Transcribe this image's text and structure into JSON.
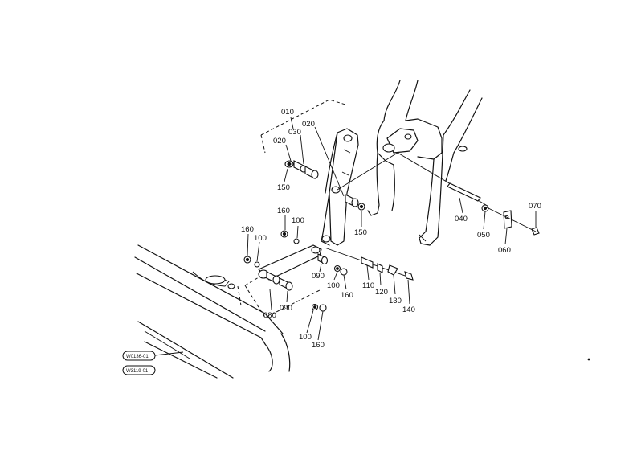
{
  "diagram": {
    "callouts": [
      {
        "id": "c010a",
        "text": "010"
      },
      {
        "id": "c020a",
        "text": "020"
      },
      {
        "id": "c030",
        "text": "030"
      },
      {
        "id": "c020b",
        "text": "020"
      },
      {
        "id": "c150a",
        "text": "150"
      },
      {
        "id": "c150b",
        "text": "150"
      },
      {
        "id": "c160a",
        "text": "160"
      },
      {
        "id": "c100a",
        "text": "100"
      },
      {
        "id": "c160b",
        "text": "160"
      },
      {
        "id": "c100b",
        "text": "100"
      },
      {
        "id": "c090a",
        "text": "090"
      },
      {
        "id": "c100c",
        "text": "100"
      },
      {
        "id": "c160c",
        "text": "160"
      },
      {
        "id": "c090b",
        "text": "090"
      },
      {
        "id": "c080",
        "text": "080"
      },
      {
        "id": "c100d",
        "text": "100"
      },
      {
        "id": "c160d",
        "text": "160"
      },
      {
        "id": "c110",
        "text": "110"
      },
      {
        "id": "c120",
        "text": "120"
      },
      {
        "id": "c130",
        "text": "130"
      },
      {
        "id": "c140",
        "text": "140"
      },
      {
        "id": "c040",
        "text": "040"
      },
      {
        "id": "c050",
        "text": "050"
      },
      {
        "id": "c060",
        "text": "060"
      },
      {
        "id": "c070",
        "text": "070"
      }
    ],
    "references": [
      {
        "id": "r1",
        "text": "W0136-01"
      },
      {
        "id": "r2",
        "text": "W3119-01"
      }
    ]
  }
}
